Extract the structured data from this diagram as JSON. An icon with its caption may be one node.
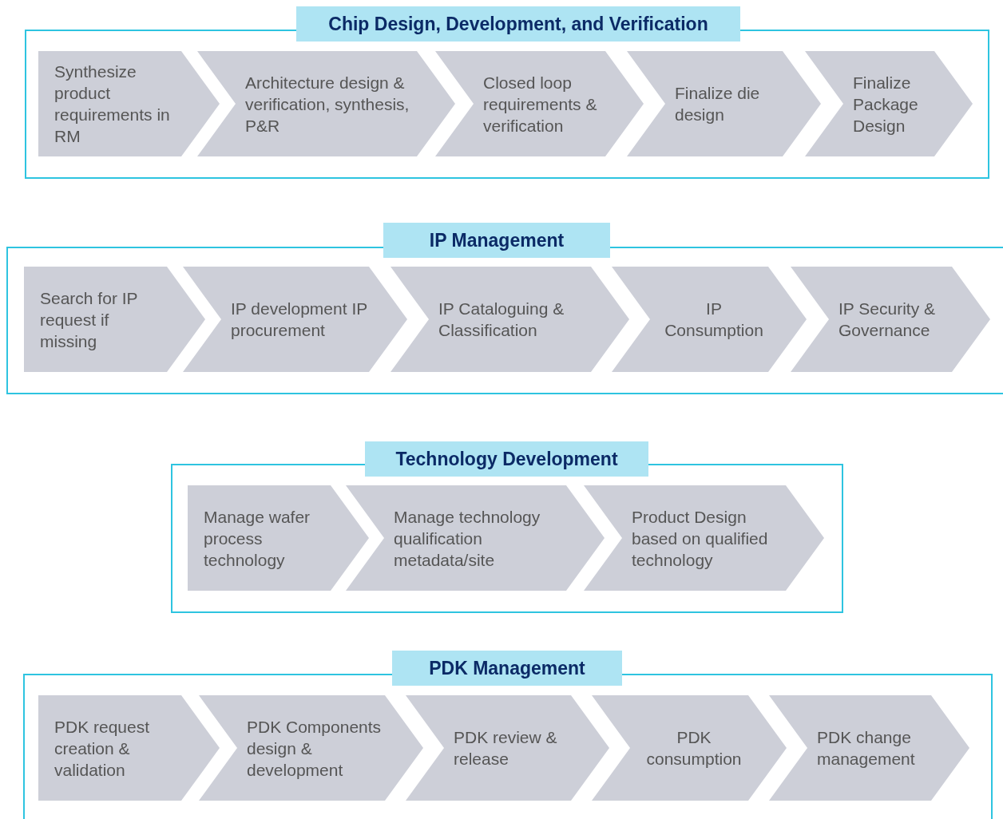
{
  "diagram": {
    "nodes": [
      {
        "text": [
          "Chip Design, Development, and Verification"
        ]
      },
      {
        "text": [
          "Synthesize product requirements in RM"
        ],
        "in": 0
      },
      {
        "text": [
          "Architecture design & verification, synthesis, P&R"
        ],
        "in": 0
      },
      {
        "text": [
          "Closed loop requirements & verification"
        ],
        "in": 0
      },
      {
        "text": [
          "Finalize die design"
        ],
        "in": 0
      },
      {
        "text": [
          "Finalize Package Design"
        ],
        "in": 0
      },
      {
        "text": [
          "IP Management"
        ]
      },
      {
        "text": [
          "Search for IP request if missing"
        ],
        "in": 6
      },
      {
        "text": [
          "IP development IP procurement"
        ],
        "in": 6
      },
      {
        "text": [
          "IP Cataloguing & Classification"
        ],
        "in": 6
      },
      {
        "text": [
          "IP Consumption"
        ],
        "in": 6
      },
      {
        "text": [
          "IP Security & Governance"
        ],
        "in": 6
      },
      {
        "text": [
          "Technology Development"
        ]
      },
      {
        "text": [
          "Manage wafer process technology"
        ],
        "in": 12
      },
      {
        "text": [
          "Manage technology qualification metadata/site"
        ],
        "in": 12
      },
      {
        "text": [
          "Product Design based on qualified technology"
        ],
        "in": 12
      },
      {
        "text": [
          "PDK Management"
        ]
      },
      {
        "text": [
          "PDK request creation & validation"
        ],
        "in": 16
      },
      {
        "text": [
          "PDK Components design & development"
        ],
        "in": 16
      },
      {
        "text": [
          "PDK review & release"
        ],
        "in": 16
      },
      {
        "text": [
          "PDK consumption"
        ],
        "in": 16
      },
      {
        "text": [
          "PDK change management"
        ],
        "in": 16
      }
    ]
  }
}
